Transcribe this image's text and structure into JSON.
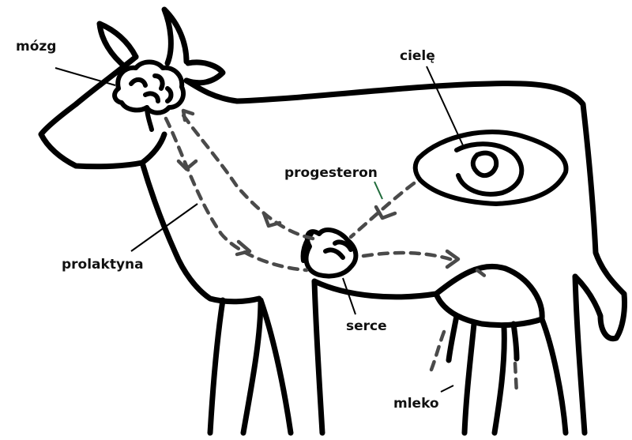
{
  "labels": {
    "brain": "mózg",
    "calf": "cielę",
    "progesterone": "progesteron",
    "prolactin": "prolaktyna",
    "heart": "serce",
    "milk": "mleko"
  },
  "colors": {
    "outline": "#000000",
    "arrow": "#4a4a4a",
    "progesterone_leader": "#1f6b3a",
    "background": "#ffffff"
  }
}
